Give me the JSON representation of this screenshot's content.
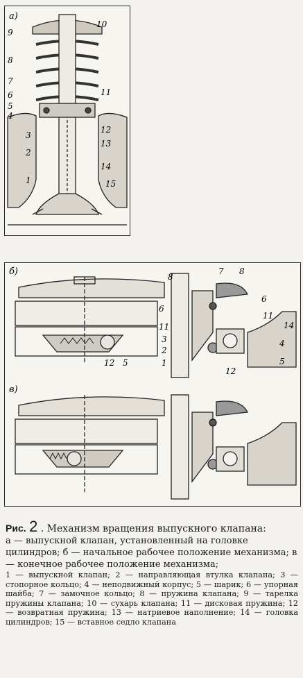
{
  "panel_a": {
    "label": "а)",
    "callouts_left": [
      "9",
      "8",
      "7",
      "6",
      "5",
      "4",
      "3",
      "2",
      "1"
    ],
    "callouts_right": [
      "10",
      "11",
      "12",
      "13",
      "14",
      "15"
    ]
  },
  "panel_b": {
    "label": "б)",
    "callouts": [
      "8",
      "6",
      "11",
      "12",
      "5",
      "7",
      "8",
      "6",
      "11",
      "14",
      "3",
      "2",
      "1",
      "4",
      "5",
      "12"
    ]
  },
  "panel_c": {
    "label": "в)"
  },
  "caption": {
    "fig_prefix": "Рис.",
    "fig_number": "2",
    "title": ". Механизм вращения выпускного клапана:",
    "parts": "а — выпускной клапан, установленный на головке цилиндров; б — начальное рабочее положение механизма; в — конечное рабочее положение механизма;",
    "legend": "1 — выпускной клапан; 2 — направляющая втулка клапана; 3 — стопорное кольцо; 4 — неподвижный корпус; 5 — шарик; 6 — упорная шайба; 7 — замочное кольцо; 8 — пружина клапана; 9 — тарелка пружины клапана; 10 — сухарь клапана; 11 — дисковая пружина; 12 — возвратная пружина; 13 — натриевое наполнение; 14 — головка цилиндров; 15 — вставное седло клапана"
  }
}
